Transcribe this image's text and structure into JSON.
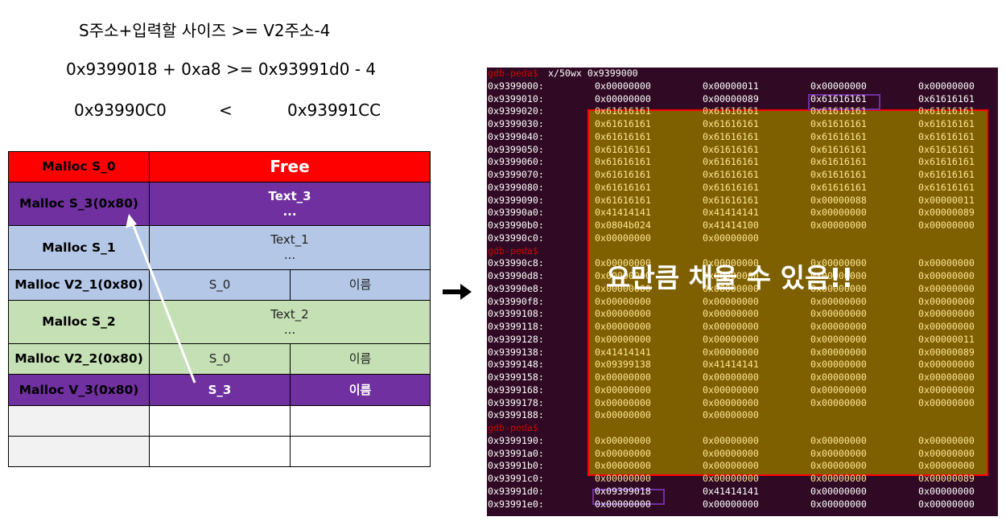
{
  "equations": {
    "line1": "S주소+입력할 사이즈 >= V2주소-4",
    "line2": "0x9399018 + 0xa8 >= 0x93991d0 - 4",
    "line3_left": "0x93990C0",
    "line3_op": "<",
    "line3_right": "0x93991CC"
  },
  "heap": {
    "rows": [
      {
        "label": "Malloc S_0",
        "content": "Free"
      },
      {
        "label": "Malloc S_3(0x80)",
        "content": "Text_3",
        "sub": "..."
      },
      {
        "label": "Malloc S_1",
        "content": "Text_1",
        "sub": "..."
      },
      {
        "label": "Malloc V2_1(0x80)",
        "col1": "S_0",
        "col2": "이름"
      },
      {
        "label": "Malloc S_2",
        "content": "Text_2",
        "sub": "..."
      },
      {
        "label": "Malloc V2_2(0x80)",
        "col1": "S_0",
        "col2": "이름"
      },
      {
        "label": "Malloc V_3(0x80)",
        "col1": "S_3",
        "col2": "이름"
      }
    ]
  },
  "gdb": {
    "prompt": "gdb-peda$",
    "command": " x/50wx 0x9399000",
    "overlay_text": "요만큼 채울 수 있음!!",
    "lines": [
      {
        "type": "cmd"
      },
      {
        "addr": "0x9399000:",
        "words": [
          "0x00000000",
          "0x00000011",
          "0x00000000",
          "0x00000000"
        ]
      },
      {
        "addr": "0x9399010:",
        "words": [
          "0x00000000",
          "0x00000089",
          "0x61616161",
          "0x61616161"
        ]
      },
      {
        "addr": "0x9399020:",
        "words": [
          "0x61616161",
          "0x61616161",
          "0x61616161",
          "0x61616161"
        ]
      },
      {
        "addr": "0x9399030:",
        "words": [
          "0x61616161",
          "0x61616161",
          "0x61616161",
          "0x61616161"
        ]
      },
      {
        "addr": "0x9399040:",
        "words": [
          "0x61616161",
          "0x61616161",
          "0x61616161",
          "0x61616161"
        ]
      },
      {
        "addr": "0x9399050:",
        "words": [
          "0x61616161",
          "0x61616161",
          "0x61616161",
          "0x61616161"
        ]
      },
      {
        "addr": "0x9399060:",
        "words": [
          "0x61616161",
          "0x61616161",
          "0x61616161",
          "0x61616161"
        ]
      },
      {
        "addr": "0x9399070:",
        "words": [
          "0x61616161",
          "0x61616161",
          "0x61616161",
          "0x61616161"
        ]
      },
      {
        "addr": "0x9399080:",
        "words": [
          "0x61616161",
          "0x61616161",
          "0x61616161",
          "0x61616161"
        ]
      },
      {
        "addr": "0x9399090:",
        "words": [
          "0x61616161",
          "0x61616161",
          "0x00000088",
          "0x00000011"
        ]
      },
      {
        "addr": "0x93990a0:",
        "words": [
          "0x41414141",
          "0x41414141",
          "0x00000000",
          "0x00000089"
        ]
      },
      {
        "addr": "0x93990b0:",
        "words": [
          "0x0804b024",
          "0x41414100",
          "0x00000000",
          "0x00000000"
        ]
      },
      {
        "addr": "0x93990c0:",
        "words": [
          "0x00000000",
          "0x00000000"
        ]
      },
      {
        "type": "prompt"
      },
      {
        "addr": "0x93990c8:",
        "words": [
          "0x00000000",
          "0x00000000",
          "0x00000000",
          "0x00000000"
        ]
      },
      {
        "addr": "0x93990d8:",
        "words": [
          "0x00000000",
          "0x00000000",
          "0x00000000",
          "0x00000000"
        ]
      },
      {
        "addr": "0x93990e8:",
        "words": [
          "0x00000000",
          "0x00000000",
          "0x00000000",
          "0x00000000"
        ]
      },
      {
        "addr": "0x93990f8:",
        "words": [
          "0x00000000",
          "0x00000000",
          "0x00000000",
          "0x00000000"
        ]
      },
      {
        "addr": "0x9399108:",
        "words": [
          "0x00000000",
          "0x00000000",
          "0x00000000",
          "0x00000000"
        ]
      },
      {
        "addr": "0x9399118:",
        "words": [
          "0x00000000",
          "0x00000000",
          "0x00000000",
          "0x00000000"
        ]
      },
      {
        "addr": "0x9399128:",
        "words": [
          "0x00000000",
          "0x00000000",
          "0x00000000",
          "0x00000011"
        ]
      },
      {
        "addr": "0x9399138:",
        "words": [
          "0x41414141",
          "0x00000000",
          "0x00000000",
          "0x00000089"
        ]
      },
      {
        "addr": "0x9399148:",
        "words": [
          "0x09399138",
          "0x41414141",
          "0x00000000",
          "0x00000000"
        ]
      },
      {
        "addr": "0x9399158:",
        "words": [
          "0x00000000",
          "0x00000000",
          "0x00000000",
          "0x00000000"
        ]
      },
      {
        "addr": "0x9399168:",
        "words": [
          "0x00000000",
          "0x00000000",
          "0x00000000",
          "0x00000000"
        ]
      },
      {
        "addr": "0x9399178:",
        "words": [
          "0x00000000",
          "0x00000000",
          "0x00000000",
          "0x00000000"
        ]
      },
      {
        "addr": "0x9399188:",
        "words": [
          "0x00000000",
          "0x00000000"
        ]
      },
      {
        "type": "prompt"
      },
      {
        "addr": "0x9399190:",
        "words": [
          "0x00000000",
          "0x00000000",
          "0x00000000",
          "0x00000000"
        ]
      },
      {
        "addr": "0x93991a0:",
        "words": [
          "0x00000000",
          "0x00000000",
          "0x00000000",
          "0x00000000"
        ]
      },
      {
        "addr": "0x93991b0:",
        "words": [
          "0x00000000",
          "0x00000000",
          "0x00000000",
          "0x00000000"
        ]
      },
      {
        "addr": "0x93991c0:",
        "words": [
          "0x00000000",
          "0x00000000",
          "0x00000000",
          "0x00000089"
        ]
      },
      {
        "addr": "0x93991d0:",
        "words": [
          "0x09399018",
          "0x41414141",
          "0x00000000",
          "0x00000000"
        ]
      },
      {
        "addr": "0x93991e0:",
        "words": [
          "0x00000000",
          "0x00000000",
          "0x00000000",
          "0x00000000"
        ]
      }
    ]
  }
}
